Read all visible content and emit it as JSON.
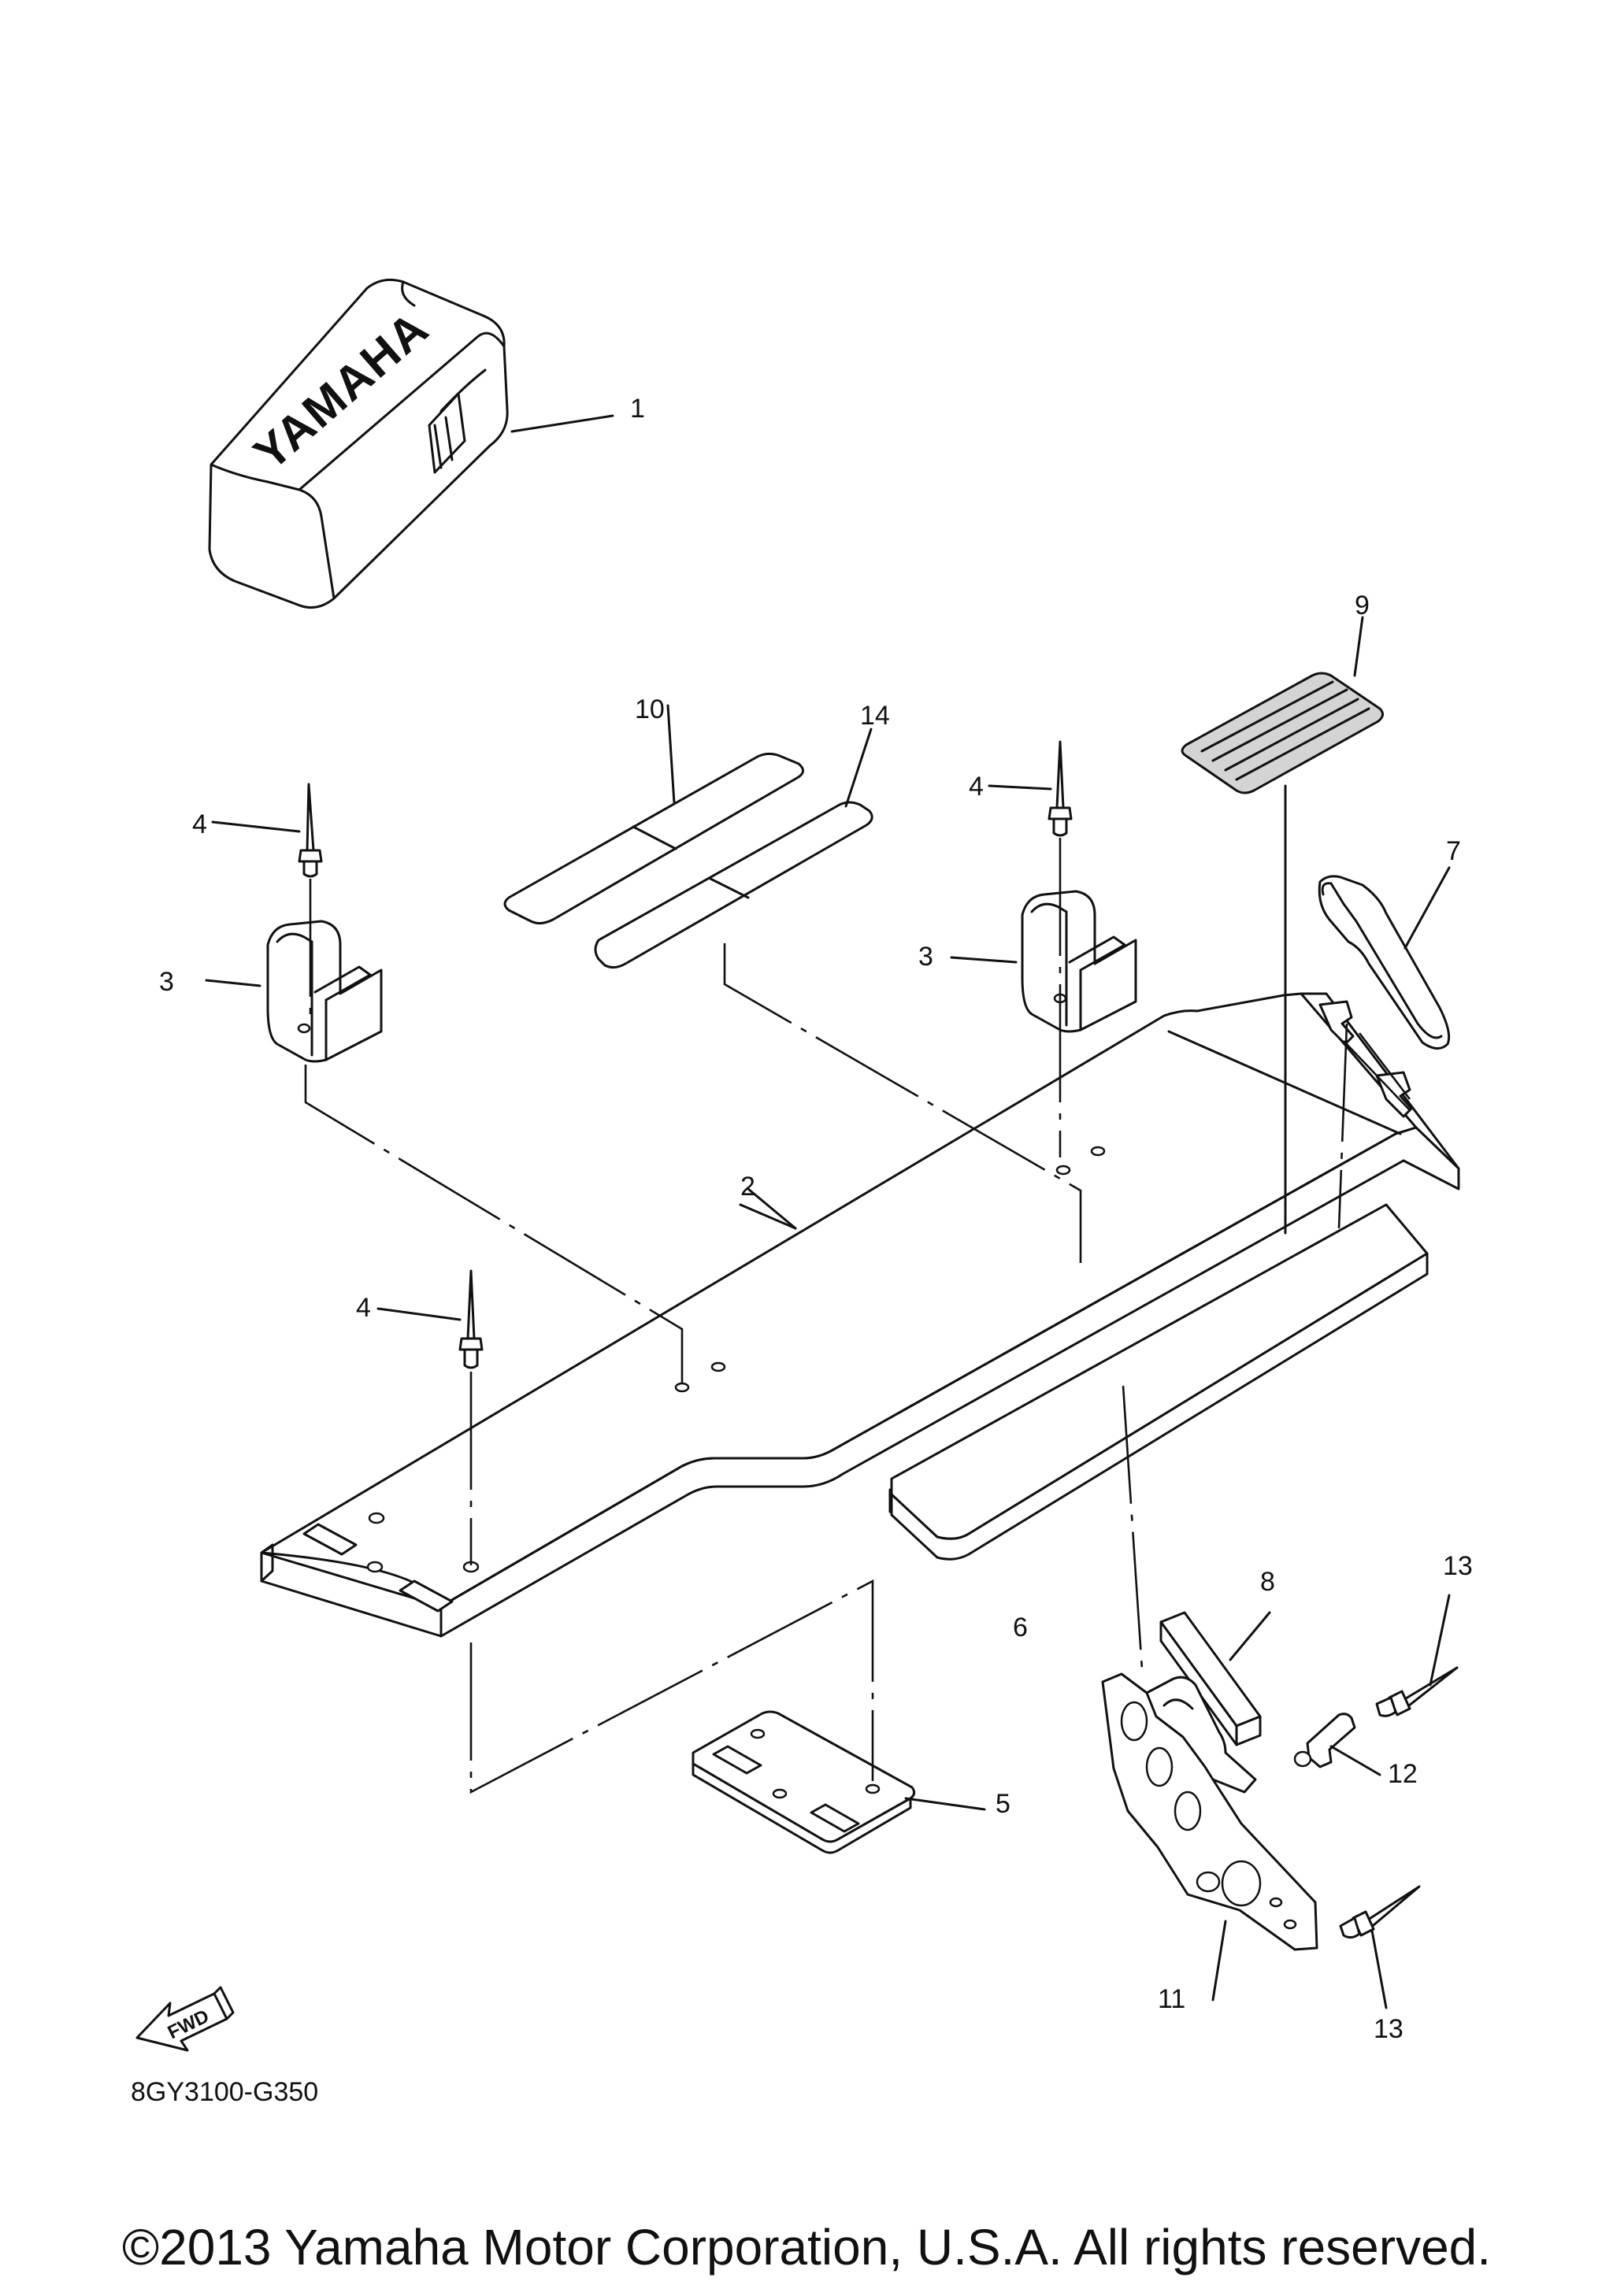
{
  "diagram_code": "8GY3100-G350",
  "copyright": "©2013 Yamaha Motor Corporation, U.S.A. All rights reserved.",
  "logo_text": "YAMAHA",
  "fwd_text": "FWD",
  "callouts": {
    "c1": "1",
    "c2": "2",
    "c3a": "3",
    "c3b": "3",
    "c4a": "4",
    "c4b": "4",
    "c4c": "4",
    "c5": "5",
    "c6": "6",
    "c7": "7",
    "c8": "8",
    "c9": "9",
    "c10": "10",
    "c11": "11",
    "c12": "12",
    "c13a": "13",
    "c13b": "13",
    "c14": "14"
  }
}
